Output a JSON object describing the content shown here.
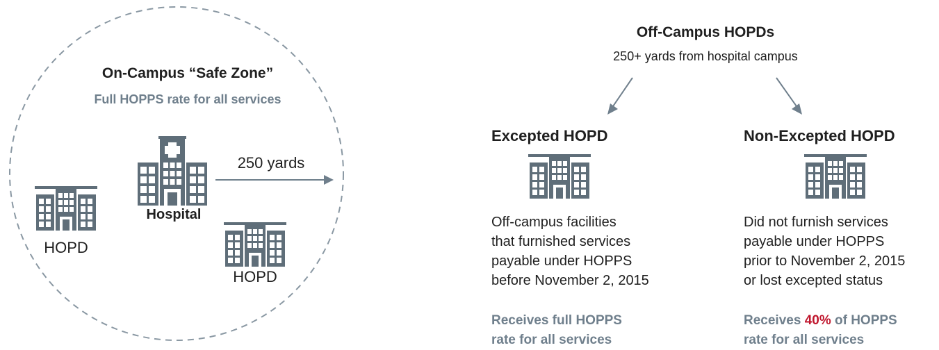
{
  "on_campus": {
    "title": "On-Campus “Safe Zone”",
    "subtitle": "Full HOPPS rate for all services",
    "hospital_label": "Hospital",
    "distance_label": "250 yards",
    "hopd_left_label": "HOPD",
    "hopd_right_label": "HOPD"
  },
  "off_campus": {
    "title": "Off-Campus HOPDs",
    "subtitle": "250+ yards from hospital campus"
  },
  "excepted": {
    "title": "Excepted HOPD",
    "description_lines": [
      "Off-campus facilities",
      "that furnished services",
      "payable under HOPPS",
      "before November 2, 2015"
    ],
    "rate_line1": "Receives full HOPPS",
    "rate_line2": "rate for all services"
  },
  "non_excepted": {
    "title": "Non-Excepted HOPD",
    "description_lines": [
      "Did not furnish services",
      "payable under HOPPS",
      "prior to November 2, 2015",
      "or lost excepted status"
    ],
    "rate_prefix": "Receives ",
    "rate_highlight": "40%",
    "rate_suffix": " of HOPPS",
    "rate_line2": "rate for all services"
  },
  "colors": {
    "dark": "#1f1f1f",
    "grey": "#6f7f8c",
    "accent_red": "#c0172e",
    "icon": "#5f6e79"
  },
  "icons": [
    "building-icon",
    "hospital-icon",
    "arrow-right-icon",
    "arrow-down-left-icon",
    "arrow-down-right-icon"
  ]
}
